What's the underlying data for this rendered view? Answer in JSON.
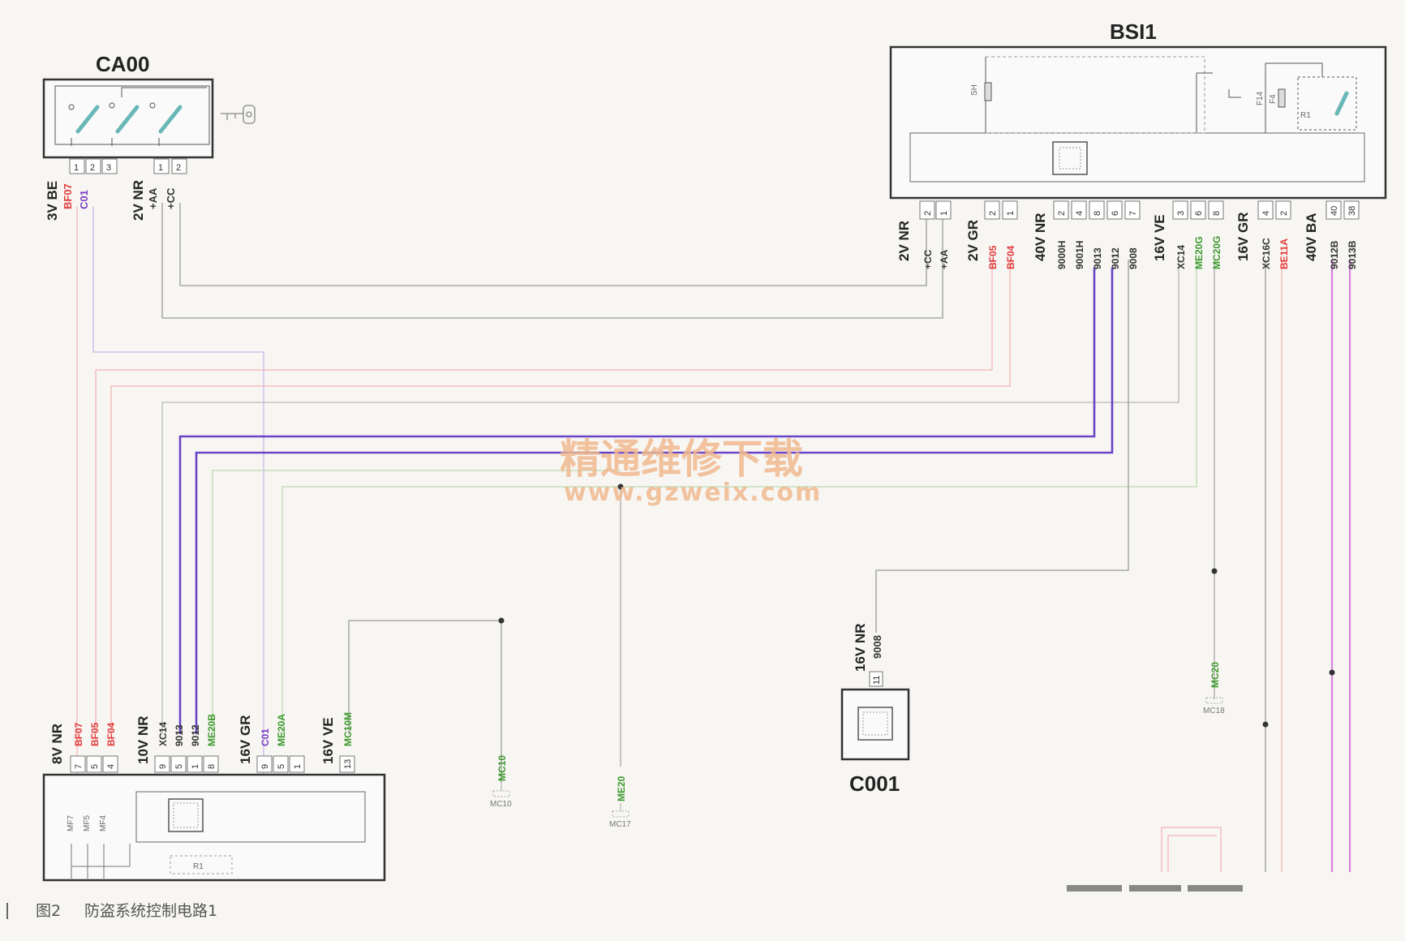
{
  "components": {
    "ca00": "CA00",
    "bsi1": "BSI1",
    "c001": "C001"
  },
  "ca00_pins": [
    "1",
    "2",
    "3",
    "1",
    "2"
  ],
  "ca00_connectors": [
    {
      "header": "3V BE",
      "wires": [
        {
          "t": "BF07",
          "c": "red"
        },
        {
          "t": "C01",
          "c": "purple"
        }
      ]
    },
    {
      "header": "2V NR",
      "wires": [
        {
          "t": "+AA",
          "c": "dark"
        },
        {
          "t": "+CC",
          "c": "dark"
        }
      ]
    }
  ],
  "bsi1_connectors": [
    {
      "header": "2V NR",
      "pins": [
        "2",
        "1"
      ],
      "wires": [
        {
          "t": "+CC",
          "c": "dark"
        },
        {
          "t": "+AA",
          "c": "dark"
        }
      ]
    },
    {
      "header": "2V GR",
      "pins": [
        "2",
        "1"
      ],
      "wires": [
        {
          "t": "BF05",
          "c": "red"
        },
        {
          "t": "BF04",
          "c": "red"
        }
      ]
    },
    {
      "header": "40V NR",
      "pins": [
        "2",
        "4",
        "8",
        "6",
        "7"
      ],
      "wires": [
        {
          "t": "9000H",
          "c": "dark"
        },
        {
          "t": "9001H",
          "c": "dark"
        },
        {
          "t": "9013",
          "c": "dark"
        },
        {
          "t": "9012",
          "c": "dark"
        },
        {
          "t": "9008",
          "c": "dark"
        }
      ]
    },
    {
      "header": "16V VE",
      "pins": [
        "3",
        "6",
        "8"
      ],
      "wires": [
        {
          "t": "XC14",
          "c": "dark"
        },
        {
          "t": "ME20G",
          "c": "green"
        },
        {
          "t": "MC20G",
          "c": "green"
        }
      ]
    },
    {
      "header": "16V GR",
      "pins": [
        "4",
        "2"
      ],
      "wires": [
        {
          "t": "XC16C",
          "c": "dark"
        },
        {
          "t": "BE11A",
          "c": "red"
        }
      ]
    },
    {
      "header": "40V BA",
      "pins": [
        "40",
        "38"
      ],
      "wires": [
        {
          "t": "9012B",
          "c": "dark"
        },
        {
          "t": "9013B",
          "c": "dark"
        }
      ]
    }
  ],
  "bsi1_internal": [
    "SH",
    "F14",
    "F4",
    "R1"
  ],
  "bottom_connectors": [
    {
      "header": "8V NR",
      "pins": [
        "7",
        "5",
        "4"
      ],
      "wires": [
        {
          "t": "BF07",
          "c": "red"
        },
        {
          "t": "BF05",
          "c": "red"
        },
        {
          "t": "BF04",
          "c": "red"
        }
      ]
    },
    {
      "header": "10V NR",
      "pins": [
        "9",
        "5",
        "1",
        "8"
      ],
      "wires": [
        {
          "t": "XC14",
          "c": "dark"
        },
        {
          "t": "9013",
          "c": "dark"
        },
        {
          "t": "9012",
          "c": "dark"
        },
        {
          "t": "ME20B",
          "c": "green"
        }
      ]
    },
    {
      "header": "16V GR",
      "pins": [
        "9",
        "5",
        "1"
      ],
      "wires": [
        {
          "t": "C01",
          "c": "purple"
        },
        {
          "t": "ME20A",
          "c": "green"
        }
      ]
    },
    {
      "header": "16V VE",
      "pins": [
        "13"
      ],
      "wires": [
        {
          "t": "MC10M",
          "c": "green"
        }
      ]
    }
  ],
  "bottom_internal": [
    "MF7",
    "MF5",
    "MF4",
    "R1"
  ],
  "c001_connector": {
    "header": "16V NR",
    "pin": "11",
    "wire": "9008"
  },
  "grounds": [
    {
      "wire": "MC10",
      "point": "MC10"
    },
    {
      "wire": "ME20",
      "point": "MC17"
    },
    {
      "wire": "MC20",
      "point": "MC18"
    }
  ],
  "colors": {
    "red": "#e23a3a",
    "purple": "#7a3fc4",
    "green": "#3f9a2e",
    "dark": "#333333",
    "wire_violet": "#6a44c8",
    "wire_magenta": "#d884dc"
  },
  "watermark": {
    "line1": "精通维修下载",
    "line2": "www.gzweix.com"
  },
  "caption": {
    "num": "图2",
    "text": "防盗系统控制电路1"
  }
}
